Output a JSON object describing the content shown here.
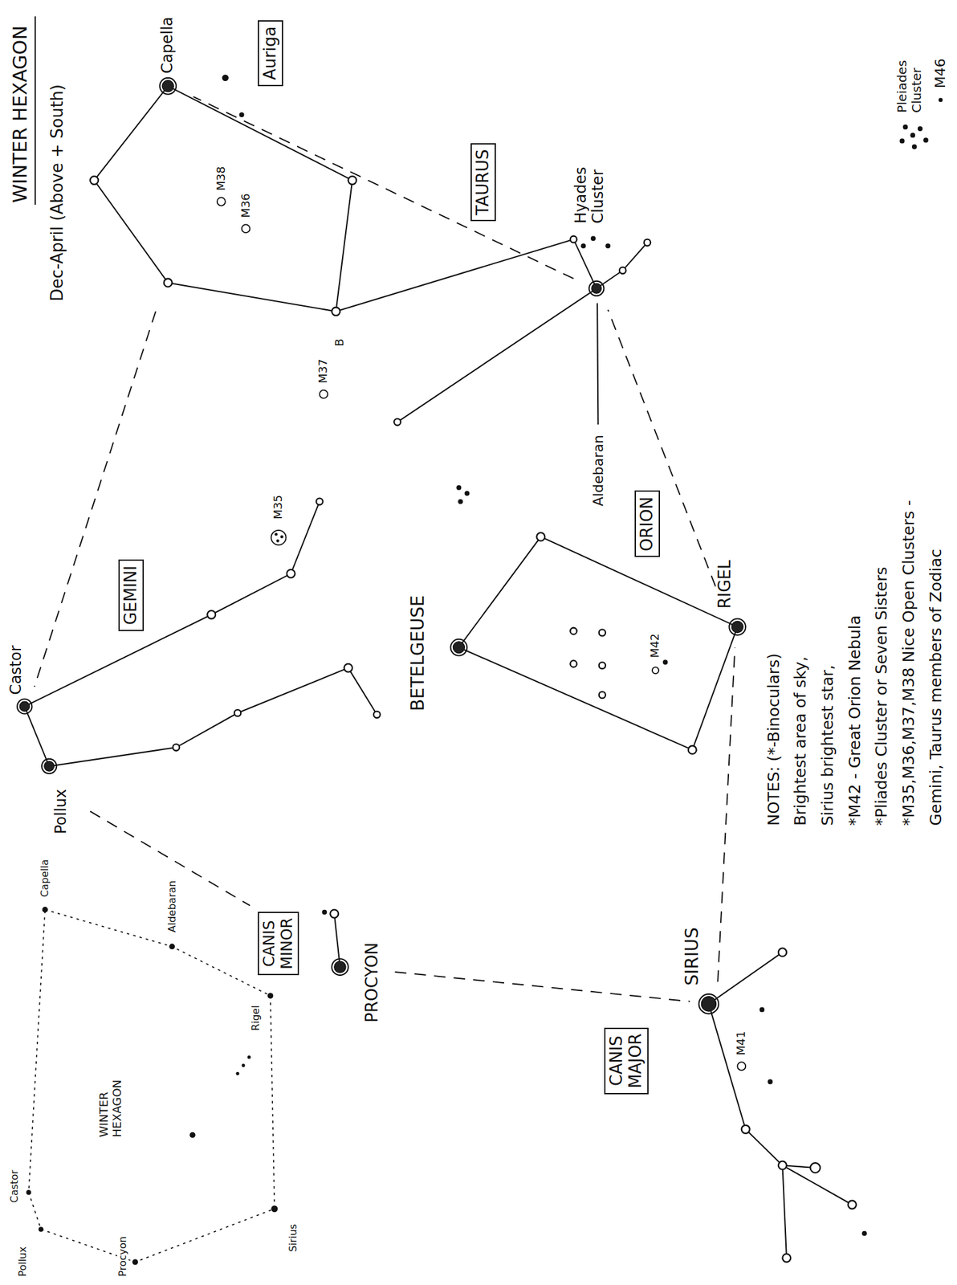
{
  "diagram": {
    "title": "WINTER HEXAGON",
    "nodes": [
      {
        "text": [
          "GEMINI"
        ]
      },
      {
        "text": [
          "Auriga"
        ]
      },
      {
        "text": [
          "CANIS MINOR"
        ]
      },
      {
        "text": [
          "TAURUS"
        ]
      },
      {
        "text": [
          "CANIS MAJOR"
        ]
      },
      {
        "text": [
          "ORION"
        ]
      }
    ],
    "labels": [
      "Dec-April (Above + South)",
      "Capella",
      "M38",
      "M36",
      "B",
      "M37",
      "Hyades Cluster",
      "Aldebaran",
      "Pleiades Cluster",
      "M46",
      "Castor",
      "Pollux",
      "M35",
      "BETELGEUSE",
      "M42",
      "RIGEL",
      "PROCYON",
      "SIRIUS",
      "M41",
      "NOTES: (*-Binoculars)",
      "Brightest area of sky,",
      "Sirius brightest star,",
      "*M42 - Great Orion Nebula",
      "*Pliades Cluster or Seven Sisters",
      "*M35,M36,M37,M38 Nice Open Clusters -",
      "Gemini, Taurus members of Zodiac",
      "Capella",
      "Aldebaran",
      "Rigel",
      "Sirius",
      "Procyon",
      "Pollux",
      "Castor",
      "WINTER HEXAGON"
    ]
  }
}
